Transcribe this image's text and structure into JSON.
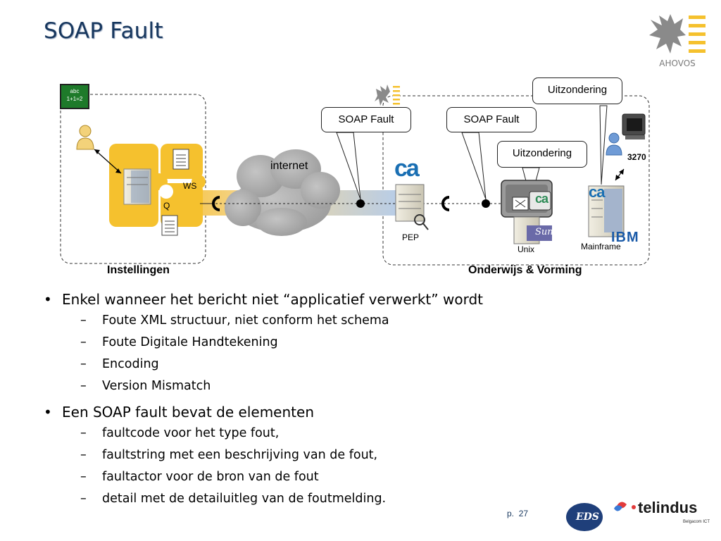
{
  "slide": {
    "title": "SOAP Fault",
    "page_label": "p.",
    "page_number": "27"
  },
  "logos": {
    "ahovos": "AHOVOS",
    "eds": "EDS",
    "telindus": "telindus",
    "telindus_sub": "Belgacom ICT",
    "ca": "ca",
    "sun": "Sun",
    "ibm": "IBM"
  },
  "diagram": {
    "region_left": "Instellingen",
    "region_right": "Onderwijs & Vorming",
    "cloud": "internet",
    "ws": "WS",
    "q": "Q",
    "pep": "PEP",
    "unix": "Unix",
    "mainframe": "Mainframe",
    "terminal": "3270",
    "abc_line1": "abc",
    "abc_line2": "1+1=2",
    "callouts": {
      "soap_fault_1": "SOAP Fault",
      "soap_fault_2": "SOAP Fault",
      "uitzondering_1": "Uitzondering",
      "uitzondering_2": "Uitzondering"
    }
  },
  "bullets": [
    {
      "text": "Enkel wanneer het bericht niet “applicatief verwerkt” wordt",
      "subs": [
        "Foute XML structuur, niet conform het schema",
        "Foute Digitale Handtekening",
        "Encoding",
        "Version Mismatch"
      ]
    },
    {
      "text": "Een SOAP fault bevat de elementen",
      "subs": [
        "faultcode voor het type fout,",
        "faultstring met een beschrijving van de fout,",
        "faultactor voor de bron van de fout",
        "detail met de detailuitleg van de foutmelding."
      ]
    }
  ],
  "colors": {
    "title": "#17375e",
    "accent_yellow": "#f5c12e",
    "ca_blue": "#1a6fb3"
  }
}
